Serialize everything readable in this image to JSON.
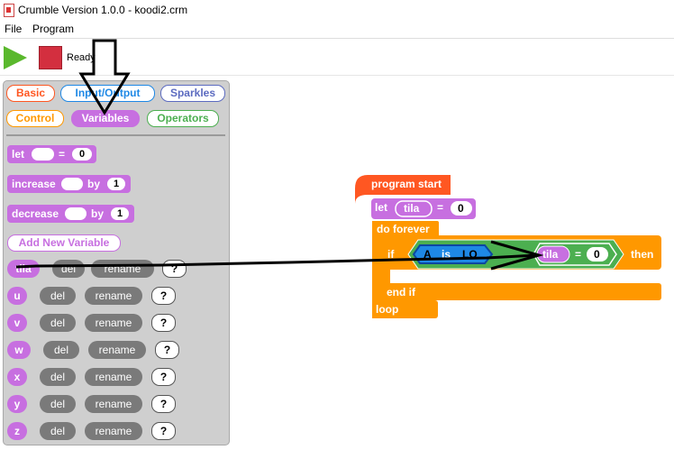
{
  "window": {
    "title": "Crumble Version 1.0.0 - koodi2.crm"
  },
  "menu": {
    "file": "File",
    "program": "Program"
  },
  "toolbar": {
    "status": "Ready"
  },
  "palette": {
    "categories": {
      "basic": "Basic",
      "io": "Input/Output",
      "sparkles": "Sparkles",
      "control": "Control",
      "variables": "Variables",
      "operators": "Operators"
    },
    "let_block": {
      "label": "let",
      "equals": "=",
      "value": "0"
    },
    "increase_block": {
      "label": "increase",
      "by": "by",
      "value": "1"
    },
    "decrease_block": {
      "label": "decrease",
      "by": "by",
      "value": "1"
    },
    "add_variable": "Add New Variable",
    "variables": [
      {
        "name": "tila",
        "del": "del",
        "rename": "rename",
        "help": "?"
      },
      {
        "name": "u",
        "del": "del",
        "rename": "rename",
        "help": "?"
      },
      {
        "name": "v",
        "del": "del",
        "rename": "rename",
        "help": "?"
      },
      {
        "name": "w",
        "del": "del",
        "rename": "rename",
        "help": "?"
      },
      {
        "name": "x",
        "del": "del",
        "rename": "rename",
        "help": "?"
      },
      {
        "name": "y",
        "del": "del",
        "rename": "rename",
        "help": "?"
      },
      {
        "name": "z",
        "del": "del",
        "rename": "rename",
        "help": "?"
      }
    ]
  },
  "workspace": {
    "program_start": "program start",
    "let_label": "let",
    "let_var": "tila",
    "let_equals": "=",
    "let_value": "0",
    "do_forever": "do forever",
    "if_label": "if",
    "cond_a": "A",
    "cond_is": "is",
    "cond_value": "LO",
    "cond_var": "tila",
    "cond_equals": "=",
    "cond_compare": "0",
    "then_label": "then",
    "end_if": "end if",
    "loop": "loop"
  },
  "colors": {
    "variables": "#c76fe0",
    "control": "#ff9800",
    "start": "#ff5722",
    "operators": "#4caf50",
    "io": "#1e88e5"
  }
}
